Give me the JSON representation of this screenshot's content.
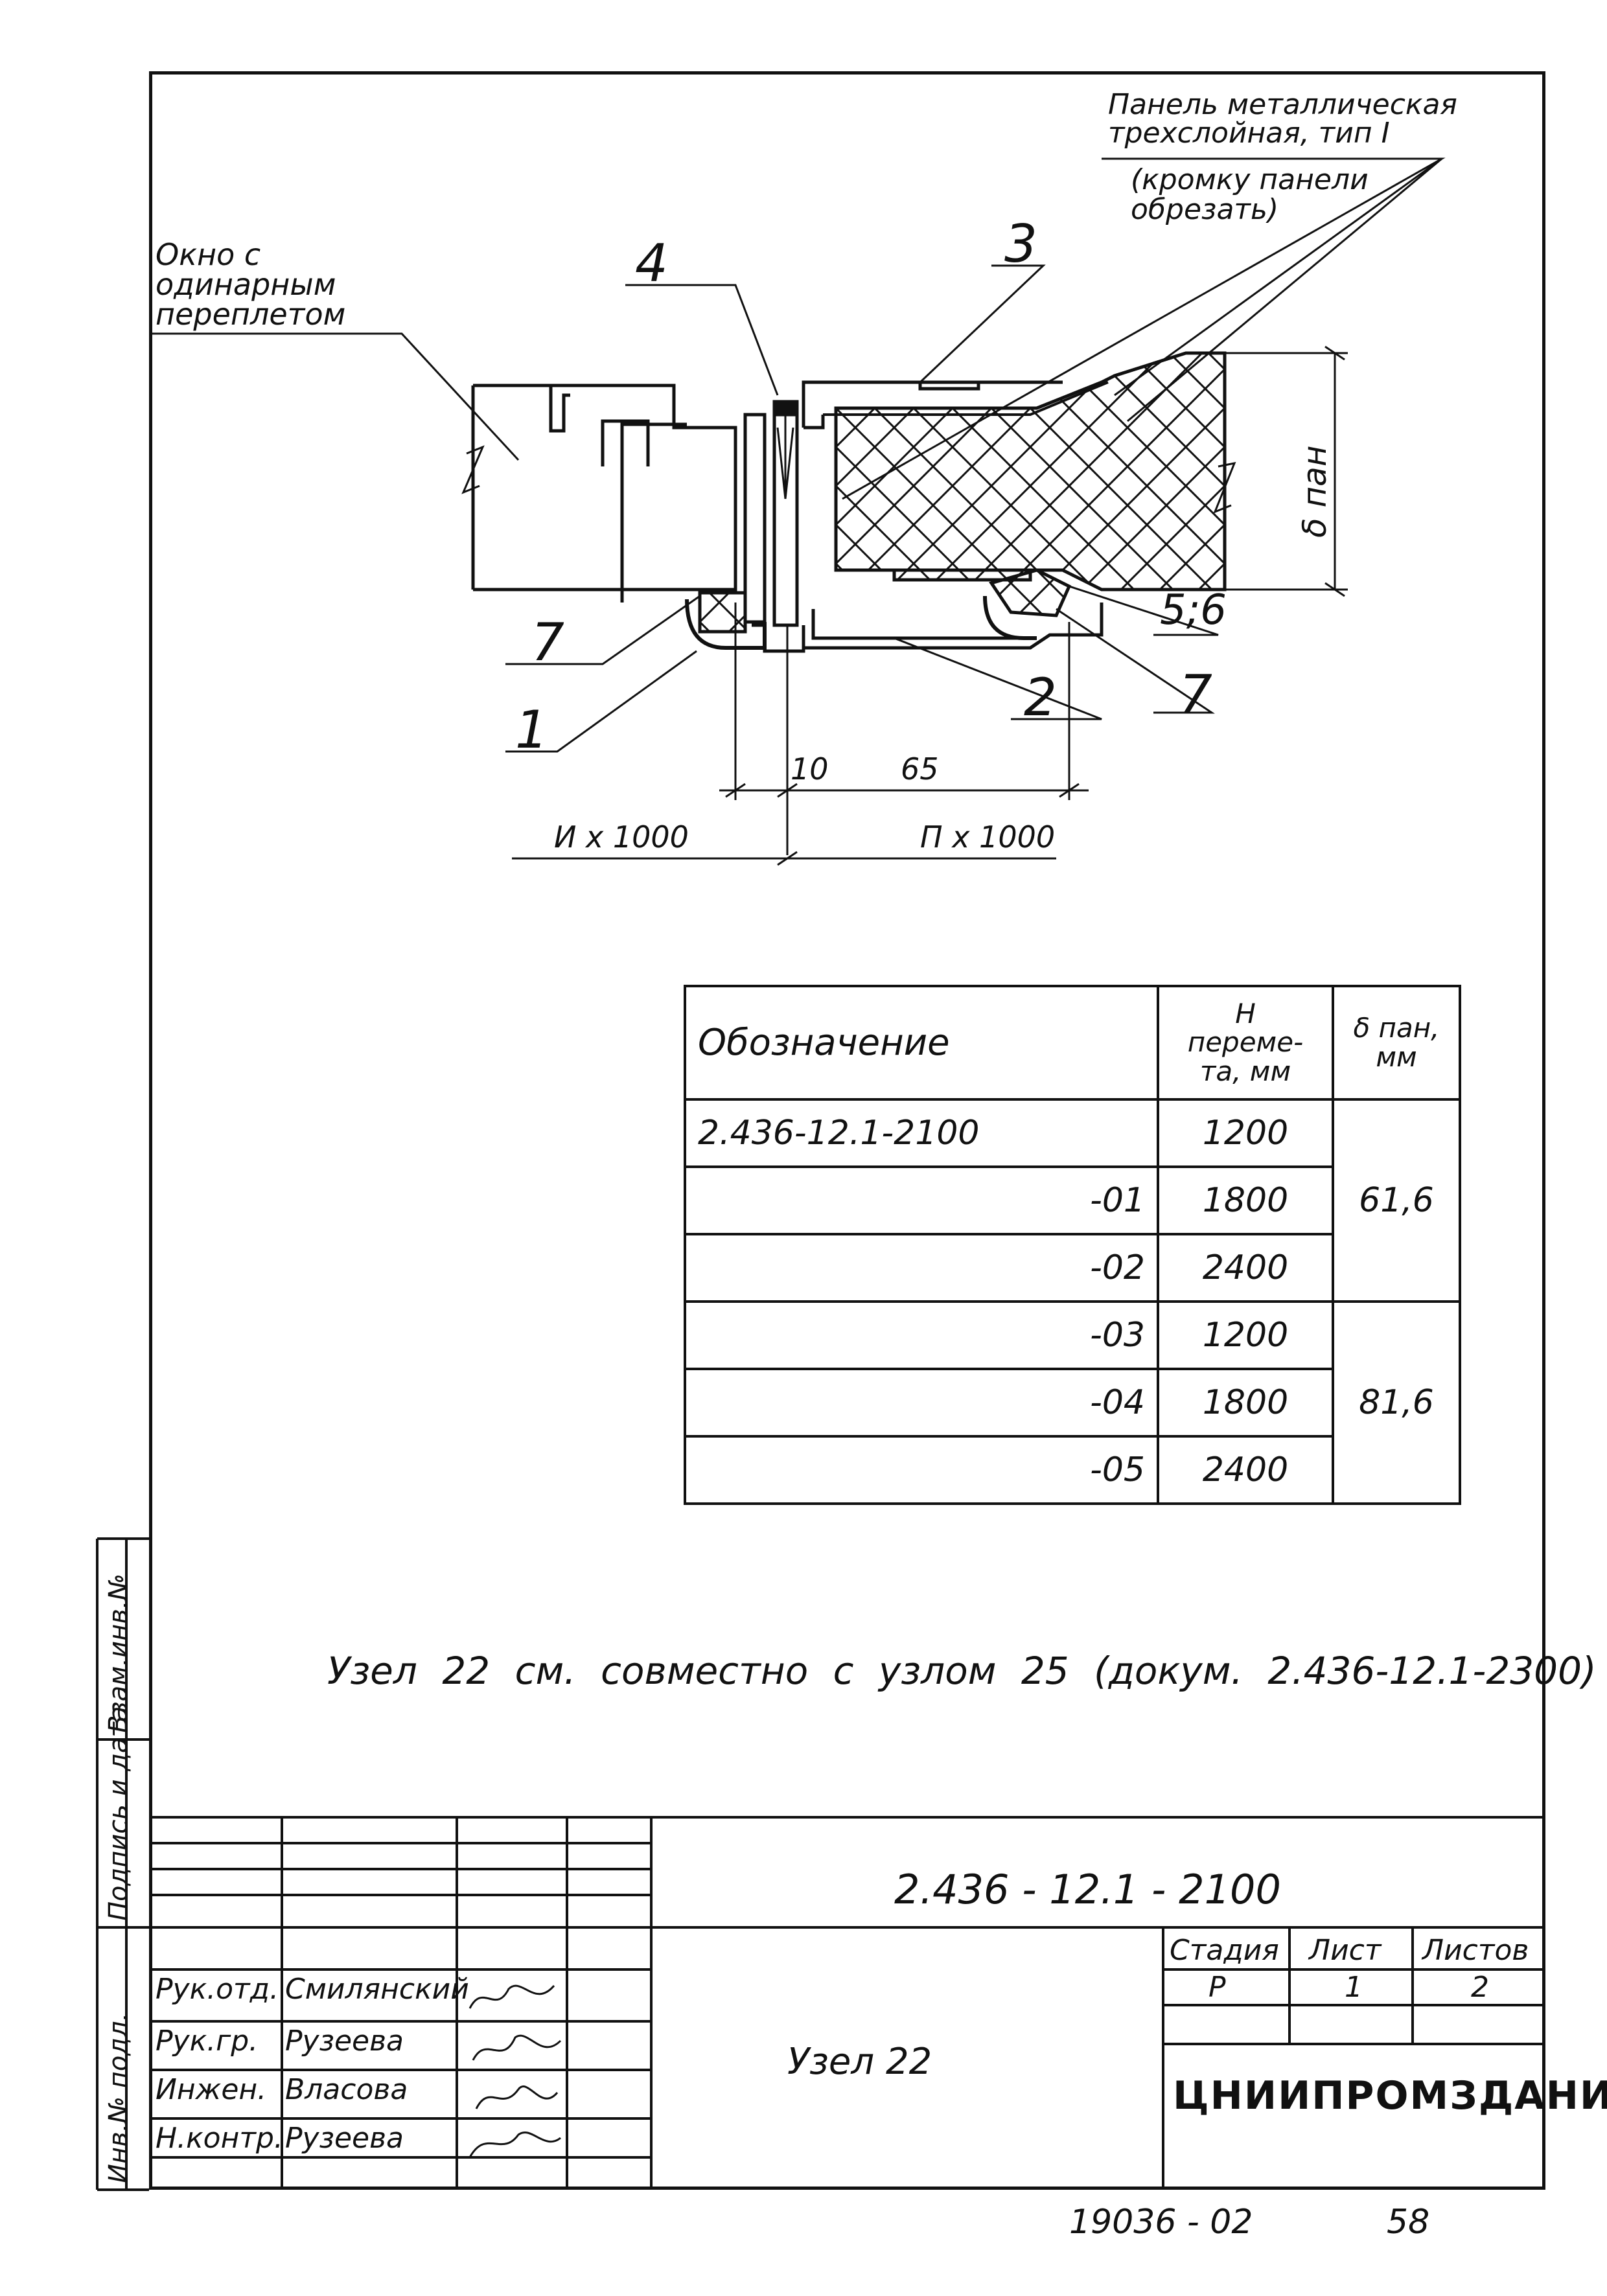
{
  "drawing": {
    "panel_label_line1": "Панель металлическая",
    "panel_label_line2": "трехслойная, тип I",
    "panel_note_line1": "(кромку панели",
    "panel_note_line2": "обрезать)",
    "window_label_line1": "Окно с",
    "window_label_line2": "одинарным",
    "window_label_line3": "переплетом",
    "callouts": [
      "4",
      "3",
      "7",
      "1",
      "2",
      "5;6",
      "7"
    ],
    "thickness_label": "δ пан",
    "dims": [
      "10",
      "65"
    ],
    "axis_left": "И x 1000",
    "axis_right": "П x 1000"
  },
  "spec_table": {
    "headers": [
      "Обозначение",
      "Н переме-та, мм",
      "δ пан, мм"
    ],
    "header_h_line1": "Н",
    "header_h_line2": "переме-",
    "header_h_line3": "та, мм",
    "header_d_line1": "δ пан,",
    "header_d_line2": "мм",
    "rows": [
      {
        "designation": "2.436-12.1-2100",
        "height": "1200"
      },
      {
        "designation": "-01",
        "height": "1800"
      },
      {
        "designation": "-02",
        "height": "2400"
      },
      {
        "designation": "-03",
        "height": "1200"
      },
      {
        "designation": "-04",
        "height": "1800"
      },
      {
        "designation": "-05",
        "height": "2400"
      }
    ],
    "thickness_groups": [
      "61,6",
      "81,6"
    ]
  },
  "note": "Узел 22 см. совместно с узлом 25 (докум. 2.436-12.1-2300)",
  "title_block": {
    "doc_code": "2.436 - 12.1 - 2100",
    "name": "Узел 22",
    "stage_label": "Стадия",
    "sheet_label": "Лист",
    "sheets_label": "Листов",
    "stage": "Р",
    "sheet": "1",
    "sheets": "2",
    "organization": "ЦНИИПРОМЗДАНИЙ",
    "signers": [
      {
        "role": "Рук.отд.",
        "name": "Смилянский"
      },
      {
        "role": "Рук.гр.",
        "name": "Рузеева"
      },
      {
        "role": "Инжен.",
        "name": "Власова"
      },
      {
        "role": "Н.контр.",
        "name": "Рузеева"
      }
    ]
  },
  "side_labels": [
    "Инв.№ подл.",
    "Подпись и дата",
    "Взам.инв.№"
  ],
  "footer": {
    "code": "19036 - 02",
    "page": "58"
  }
}
